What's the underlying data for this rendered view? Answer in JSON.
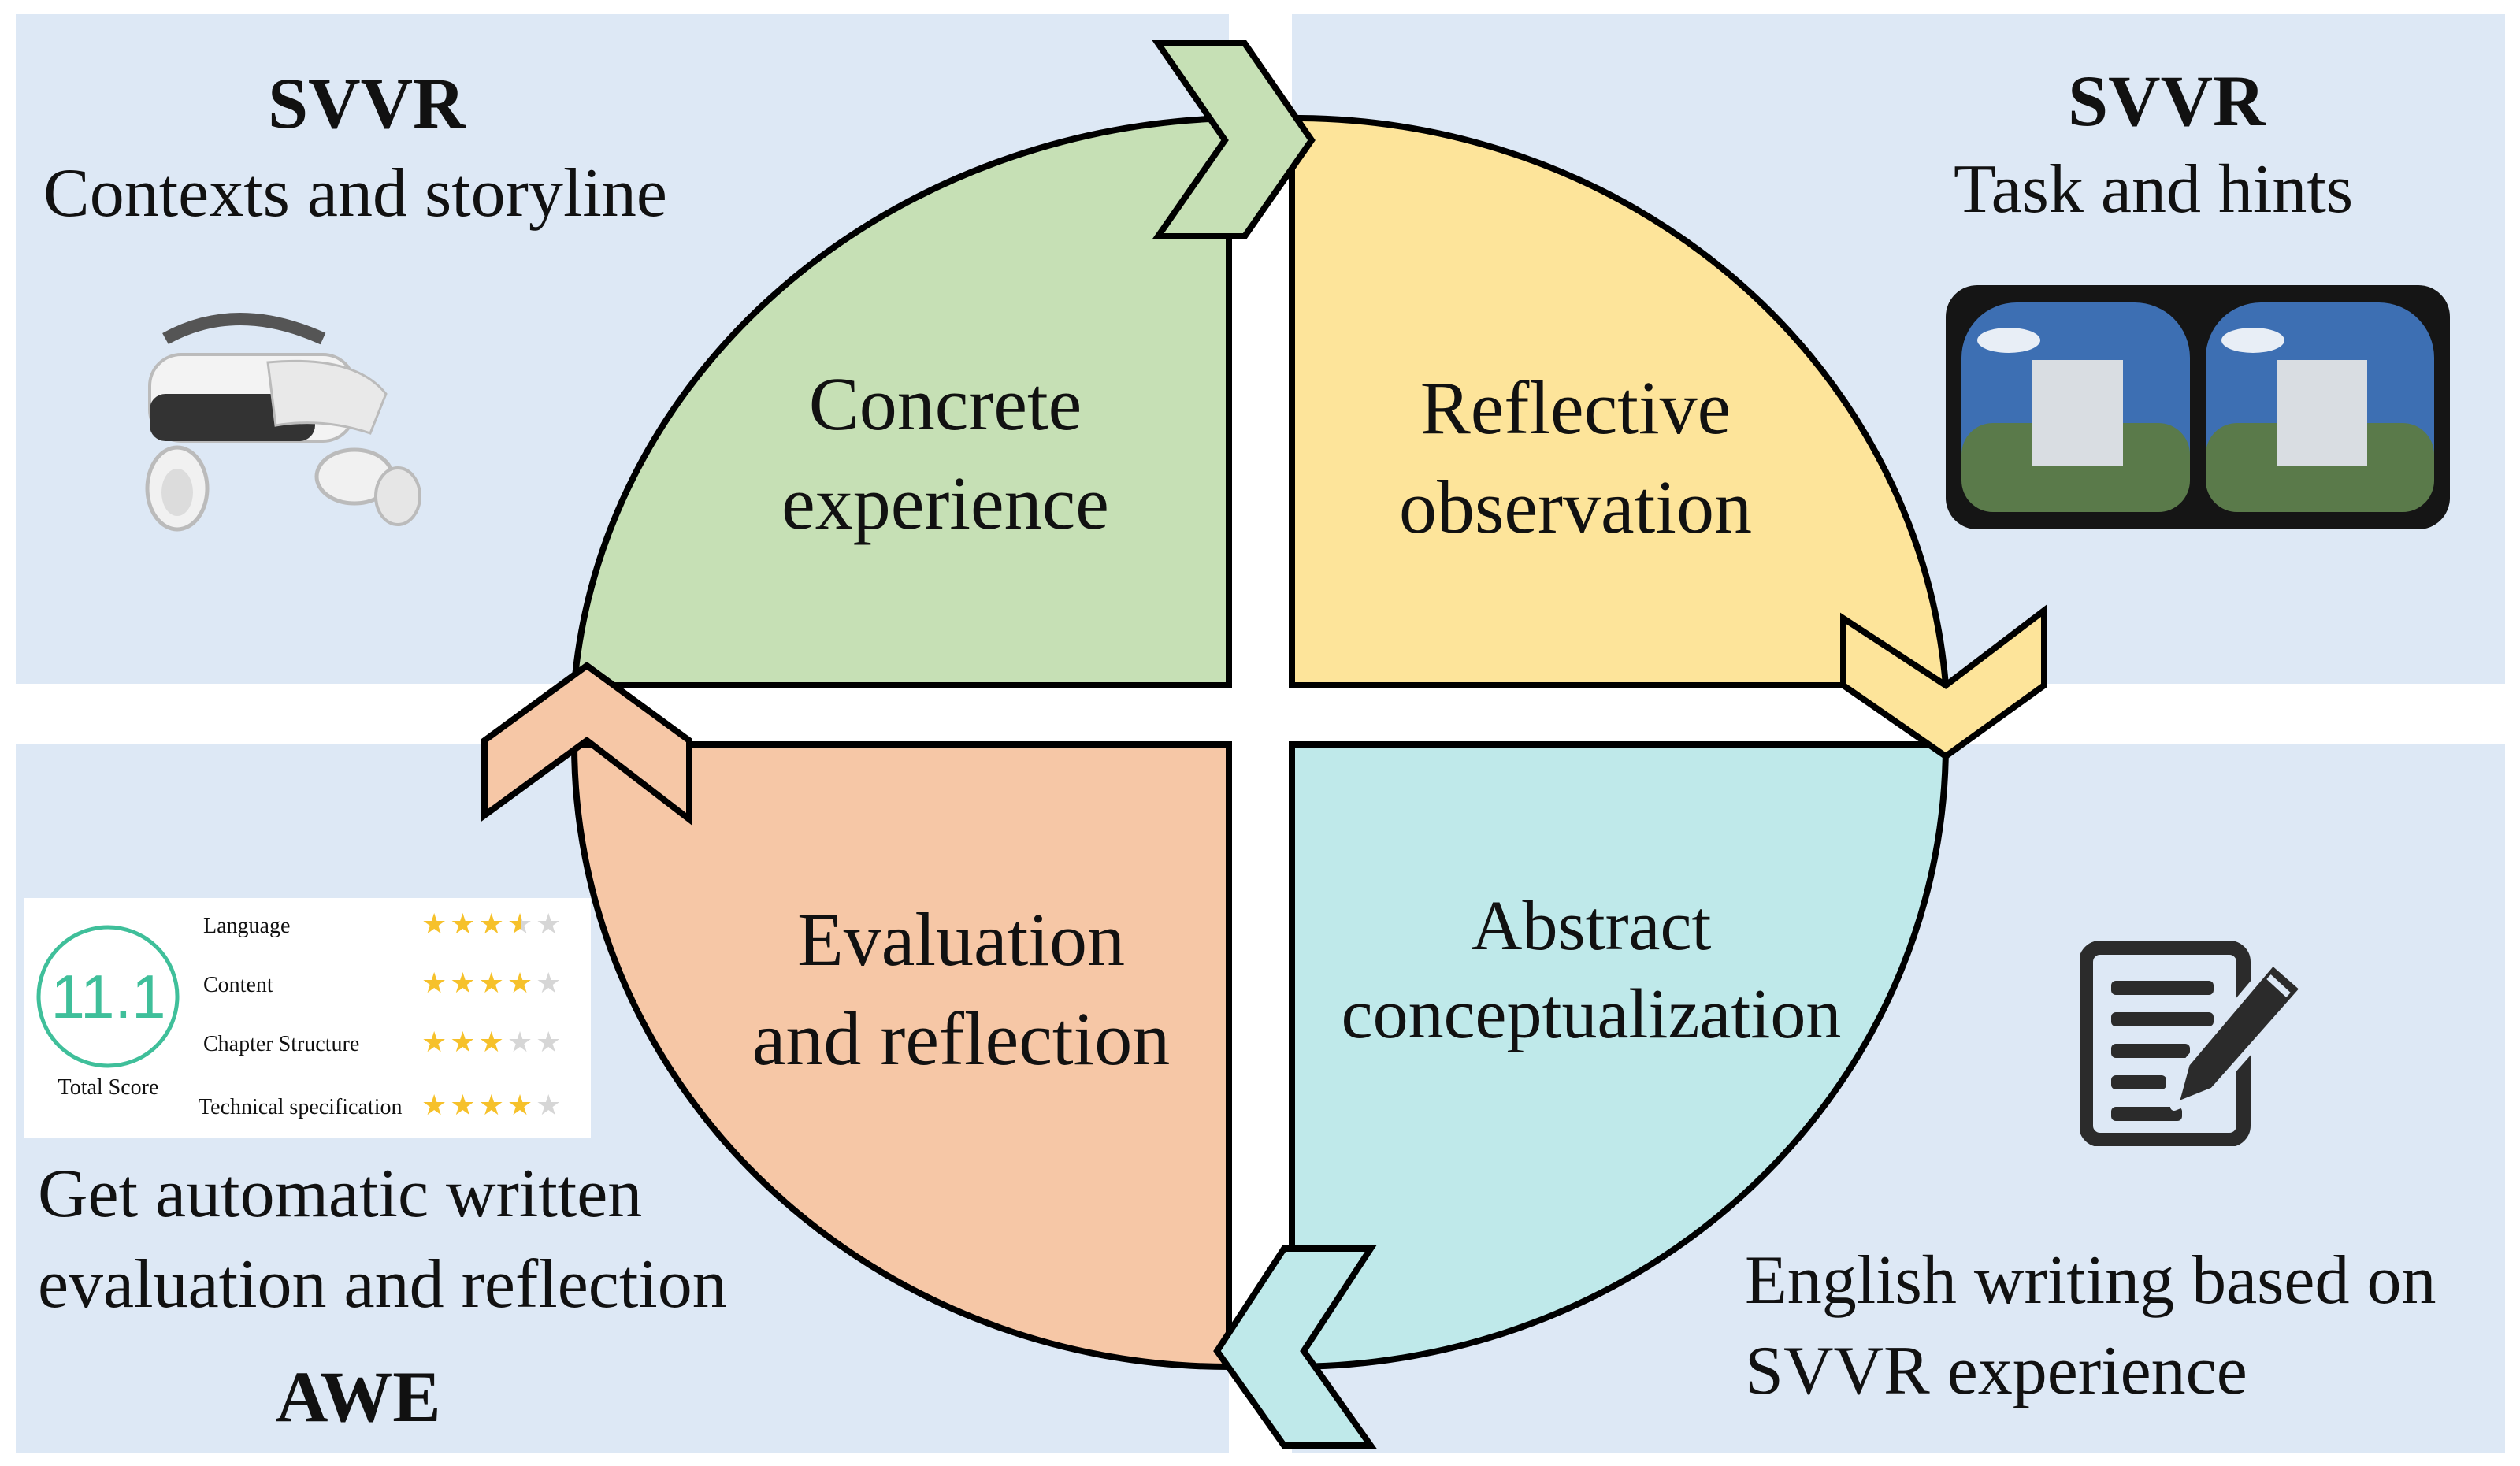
{
  "top_left": {
    "title": "SVVR",
    "subtitle": "Contexts and storyline",
    "image": "vr-headset-with-controllers"
  },
  "top_right": {
    "title": "SVVR",
    "subtitle": "Task and hints",
    "image": "vr-stereo-view-screenshot"
  },
  "bottom_left": {
    "line1": "Get automatic written",
    "line2": "evaluation and reflection",
    "title": "AWE",
    "score_card": {
      "score": "11.1",
      "score_label": "Total Score",
      "rows": [
        {
          "label": "Language",
          "stars": 3.5
        },
        {
          "label": "Content",
          "stars": 4
        },
        {
          "label": "Chapter Structure",
          "stars": 3
        },
        {
          "label": "Technical specification",
          "stars": 4
        }
      ],
      "max_stars": 5
    }
  },
  "bottom_right": {
    "line1": "English writing based on",
    "line2": "SVVR experience",
    "icon": "writing-document-pencil-icon"
  },
  "cycle": {
    "concrete": {
      "line1": "Concrete",
      "line2": "experience",
      "color": "#c6e0b5"
    },
    "reflective": {
      "line1": "Reflective",
      "line2": "observation",
      "color": "#fde49a"
    },
    "abstract": {
      "line1": "Abstract",
      "line2": "conceptualization",
      "color": "#bfe9ea"
    },
    "evaluation": {
      "line1": "Evaluation",
      "line2": "and reflection",
      "color": "#f6c7a6"
    }
  },
  "arrow_colors": {
    "top": "#c6e0b5",
    "right": "#fde49a",
    "bottom": "#bfe9ea",
    "left": "#f6c7a6"
  }
}
